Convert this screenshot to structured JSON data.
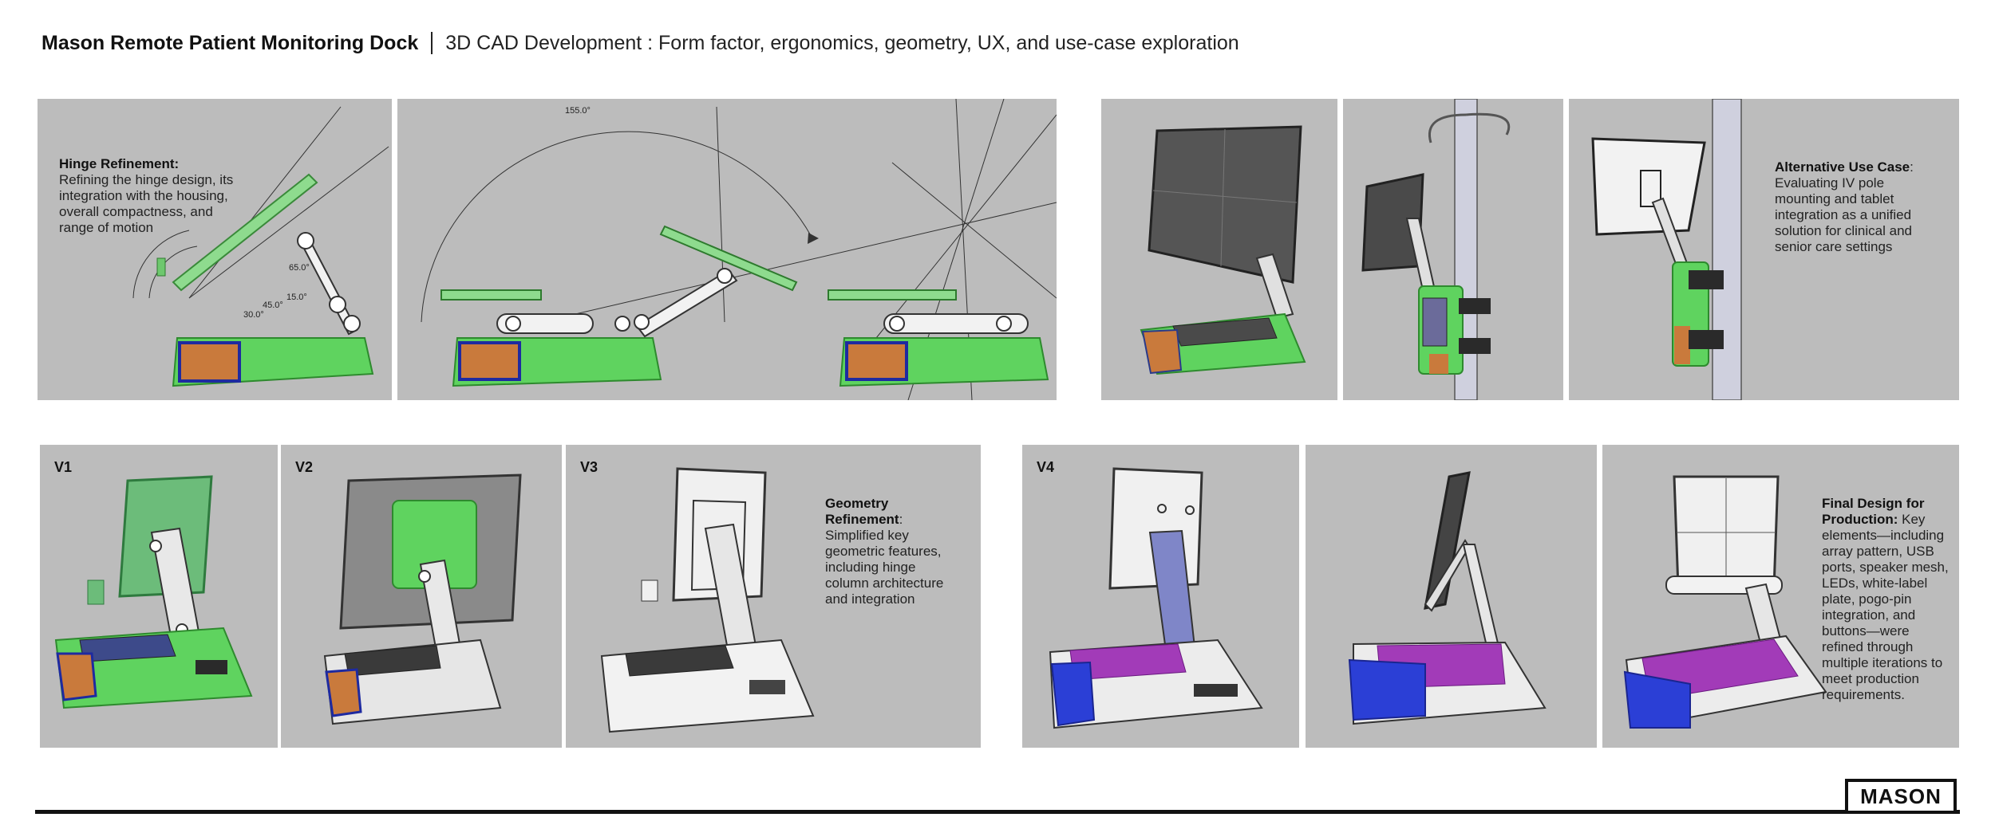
{
  "header": {
    "title": "Mason Remote Patient Monitoring Dock",
    "subtitle": "3D CAD Development : Form factor, ergonomics, geometry, UX, and use-case exploration"
  },
  "panels": {
    "hinge": {
      "heading": "Hinge Refinement:",
      "body": "Refining the hinge design, its integration with the housing, overall compactness, and range of motion",
      "angles": [
        "65.0°",
        "15.0°",
        "45.0°",
        "30.0°"
      ]
    },
    "motion": {
      "angle": "155.0°"
    },
    "alt_use": {
      "heading": "Alternative Use Case",
      "body": "Evaluating IV pole mounting and tablet integration as a unified solution for clinical and senior care settings"
    },
    "versions": {
      "v1": "V1",
      "v2": "V2",
      "v3": "V3",
      "v4": "V4"
    },
    "geometry": {
      "heading": "Geometry Refinement",
      "body": "Simplified key geometric features, including hinge column architecture and integration"
    },
    "final": {
      "heading": "Final Design for Production:",
      "body": "Key elements—including array pattern, USB ports, speaker mesh, LEDs, white-label plate, pogo-pin integration, and buttons—were refined through multiple iterations to meet production requirements."
    }
  },
  "logo": "MASON",
  "colors": {
    "panel_bg": "#bcbcbc",
    "green": "#5fd35f",
    "green_dark": "#2e9a2e",
    "orange": "#c97a3c",
    "blue": "#2b3fd6",
    "purple": "#a23bb8",
    "white_body": "#efefef"
  }
}
